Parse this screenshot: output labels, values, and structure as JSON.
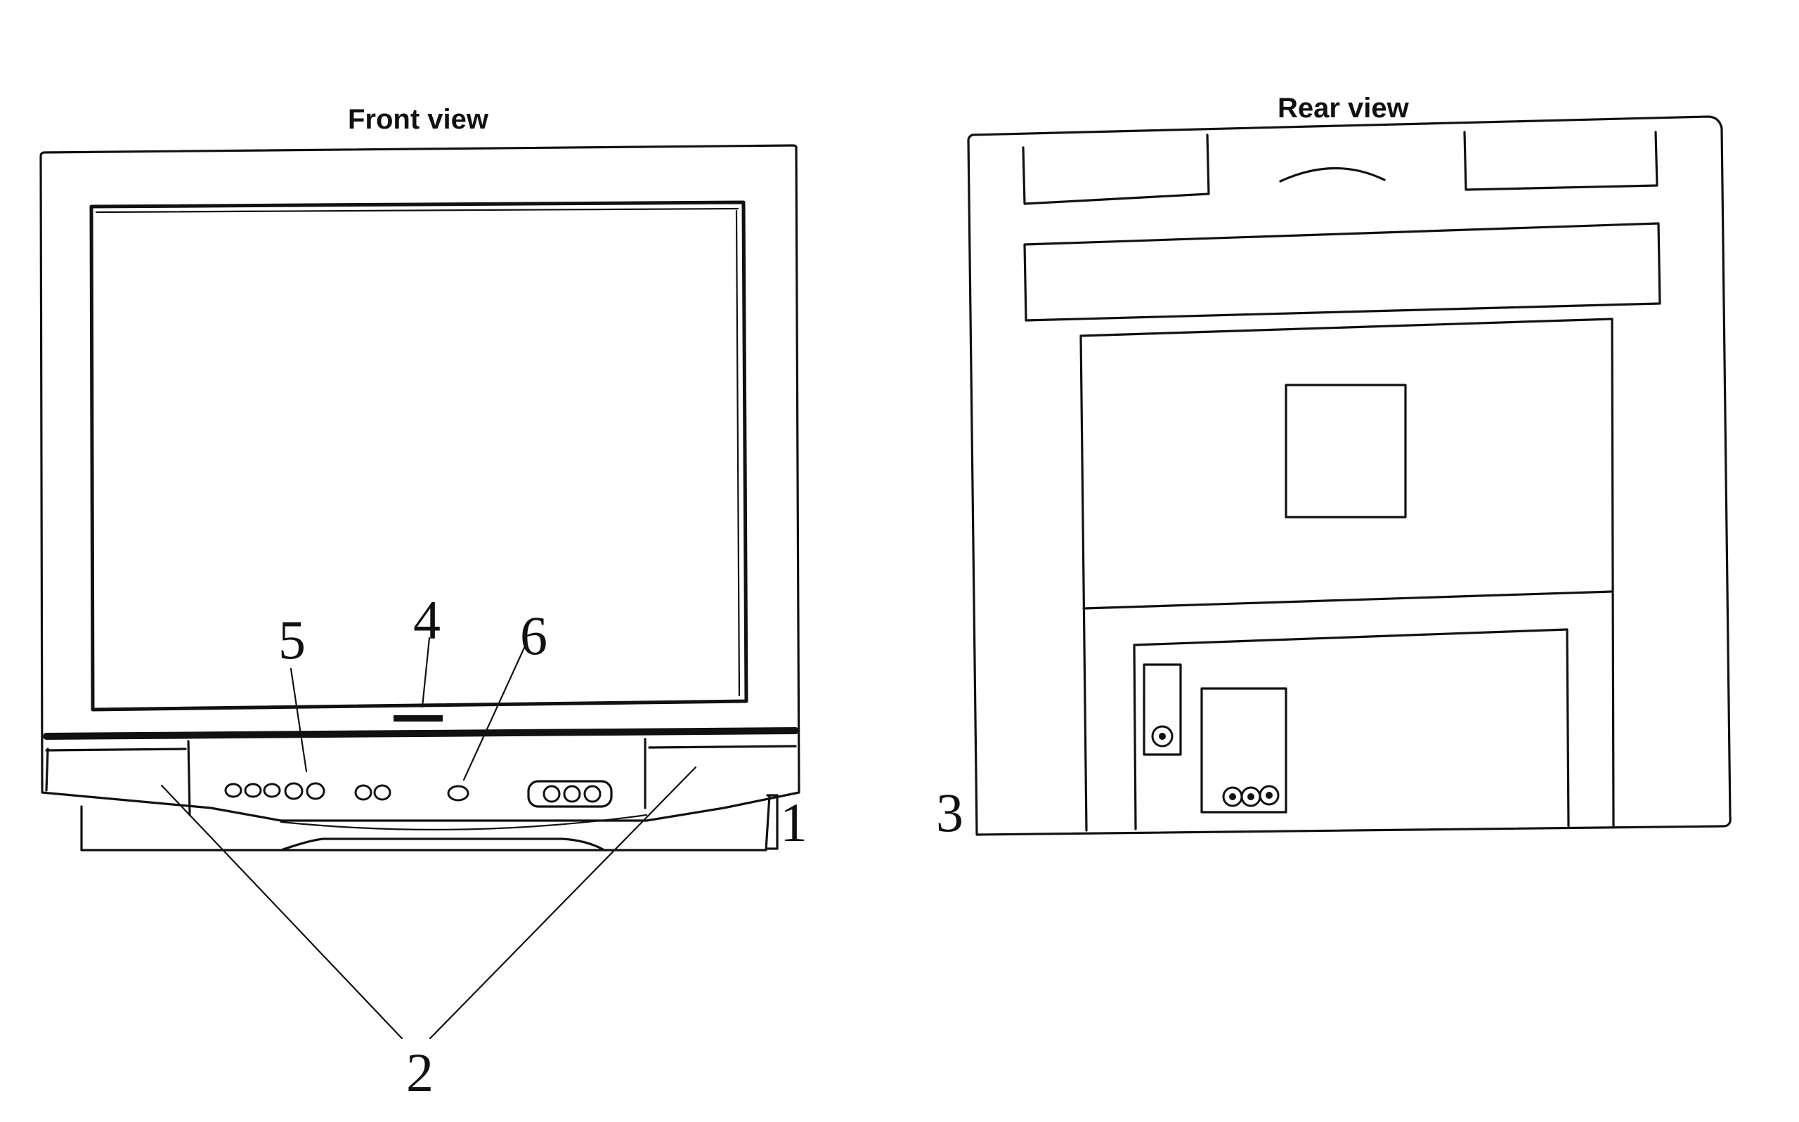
{
  "front_view": {
    "title": "Front view",
    "callouts": {
      "c1": "1",
      "c2": "2",
      "c4": "4",
      "c5": "5",
      "c6": "6"
    }
  },
  "rear_view": {
    "title": "Rear view",
    "callouts": {
      "c3": "3"
    }
  }
}
